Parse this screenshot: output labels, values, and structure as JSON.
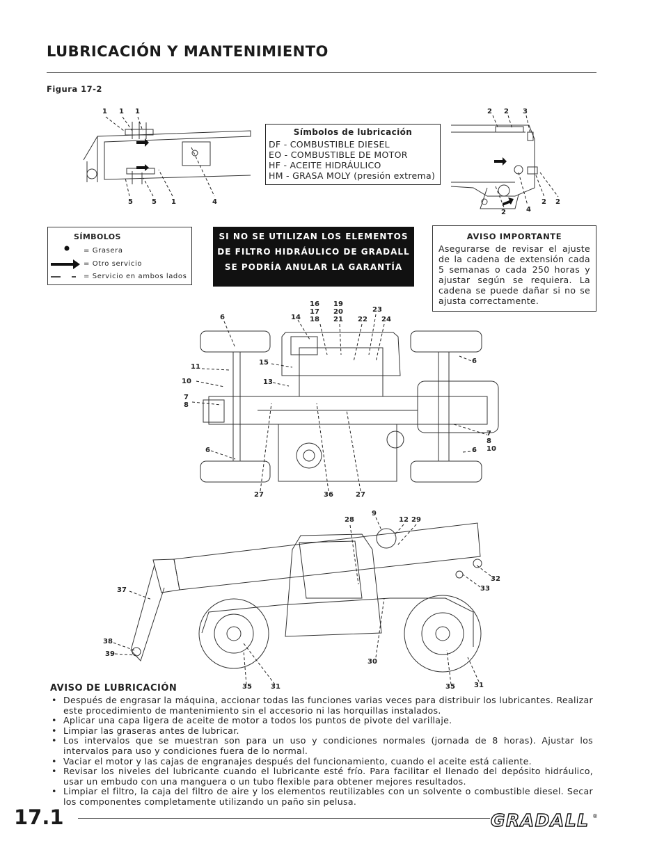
{
  "title": "LUBRICACIÓN Y MANTENIMIENTO",
  "figure_label": "Figura 17-2",
  "lubrication_symbols": {
    "heading": "Símbolos de lubricación",
    "rows": [
      "DF - COMBUSTIBLE DIESEL",
      "EO - COMBUSTIBLE DE MOTOR",
      "HF - ACEITE HIDRÁULICO",
      "HM - GRASA MOLY (presión extrema)"
    ]
  },
  "symbols": {
    "heading": "SÍMBOLOS",
    "grease": "= Grasera",
    "other_service": "= Otro servicio",
    "both_sides": "= Servicio en ambos lados"
  },
  "warning": {
    "line1": "SI NO SE UTILIZAN LOS ELEMENTOS",
    "line2": "DE FILTRO HIDRÁULICO DE GRADALL",
    "line3": "SE PODRÍA ANULAR LA GARANTÍA"
  },
  "notice": {
    "heading": "AVISO IMPORTANTE",
    "body": "Asegurarse de revisar el ajuste de la cadena de extensión cada 5 semanas o cada 250 horas y ajustar según se requiera. La cadena se puede dañar si no se ajusta correctamente."
  },
  "callouts": {
    "top_left": [
      "1",
      "1",
      "1",
      "5",
      "5",
      "1",
      "4"
    ],
    "top_right": [
      "2",
      "2",
      "3",
      "4",
      "2",
      "2",
      "2"
    ],
    "chassis": [
      "6",
      "14",
      "16",
      "17",
      "18",
      "19",
      "20",
      "21",
      "22",
      "23",
      "24",
      "11",
      "15",
      "10",
      "13",
      "7",
      "8",
      "6",
      "6",
      "7",
      "8",
      "10",
      "6",
      "27",
      "36",
      "27"
    ],
    "side": [
      "9",
      "28",
      "12",
      "29",
      "37",
      "32",
      "33",
      "38",
      "39",
      "30",
      "35",
      "31",
      "35",
      "31"
    ]
  },
  "lubrication_notice": {
    "heading": "AVISO DE LUBRICACIÓN",
    "items": [
      "Después de engrasar la máquina, accionar todas las funciones varias veces para distribuir los lubricantes. Realizar este procedimiento de mantenimiento sin el accesorio ni las horquillas instalados.",
      "Aplicar una capa ligera de aceite de motor a todos los puntos de pivote del varillaje.",
      "Limpiar las graseras antes de lubricar.",
      "Los intervalos que se muestran son para un uso y condiciones normales (jornada de 8 horas). Ajustar los intervalos para uso y condiciones fuera de lo normal.",
      "Vaciar el motor y las cajas de engranajes después del funcionamiento, cuando el aceite está caliente.",
      "Revisar los niveles del lubricante cuando el lubricante esté frío. Para facilitar el llenado del depósito hidráulico, usar un embudo con una manguera o un tubo flexible para obtener mejores resultados.",
      "Limpiar el filtro, la caja del filtro de aire y los elementos reutilizables con un solvente o combustible diesel. Secar los componentes completamente utilizando un paño sin pelusa."
    ]
  },
  "page_number": "17.1",
  "brand": "GRADALL",
  "brand_mark": "®"
}
